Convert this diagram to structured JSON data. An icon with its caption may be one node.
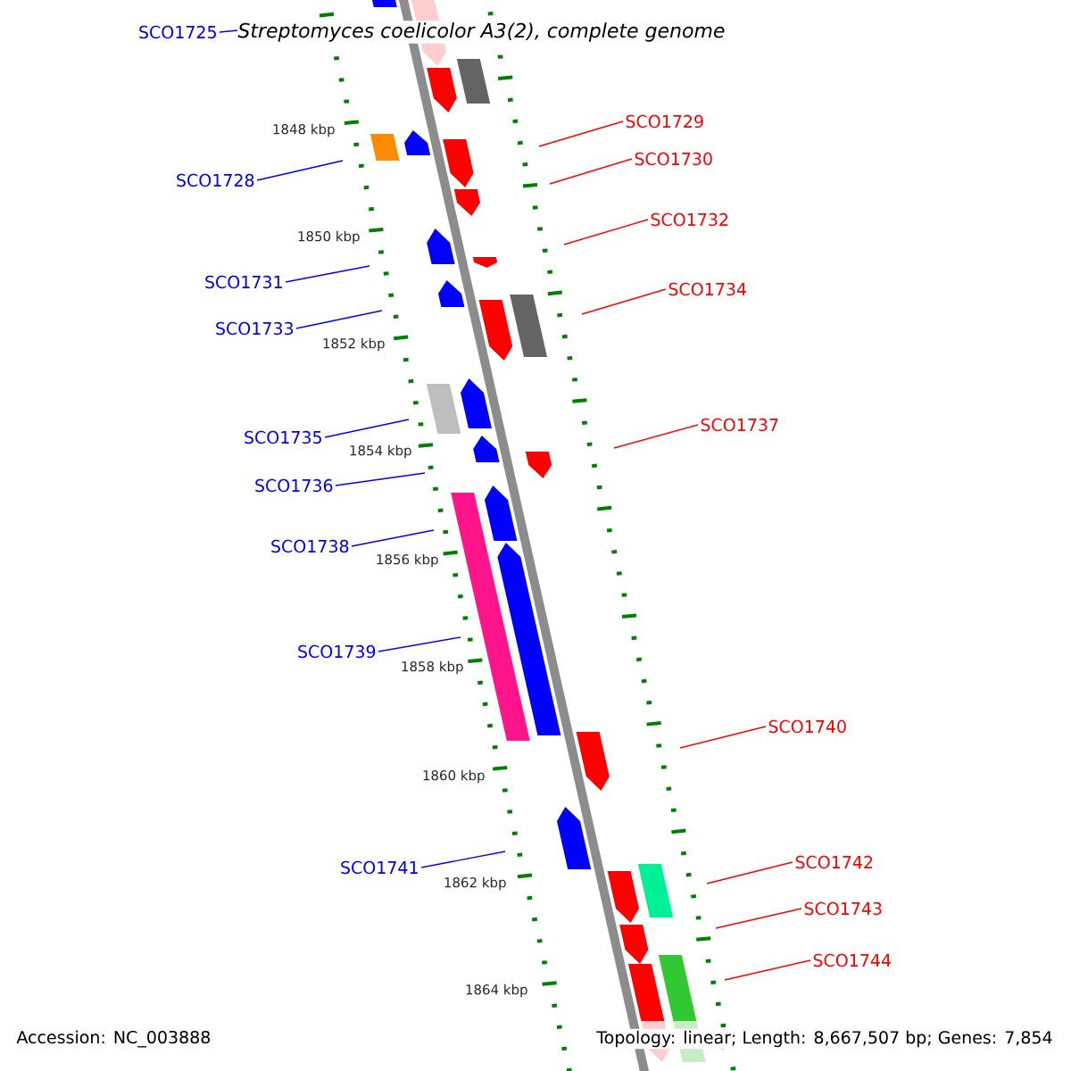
{
  "diagram": {
    "title": "Streptomyces coelicolor A3(2), complete genome",
    "nodes": [
      {
        "text": [
          "SCO1725"
        ]
      },
      {
        "text": [
          "SCO1729"
        ]
      },
      {
        "text": [
          "SCO1730"
        ]
      },
      {
        "text": [
          "SCO1728"
        ]
      },
      {
        "text": [
          "SCO1732"
        ]
      },
      {
        "text": [
          "SCO1731"
        ]
      },
      {
        "text": [
          "SCO1734"
        ]
      },
      {
        "text": [
          "SCO1733"
        ]
      },
      {
        "text": [
          "SCO1737"
        ]
      },
      {
        "text": [
          "SCO1735"
        ]
      },
      {
        "text": [
          "SCO1736"
        ]
      },
      {
        "text": [
          "SCO1738"
        ]
      },
      {
        "text": [
          "SCO1739"
        ]
      },
      {
        "text": [
          "SCO1740"
        ]
      },
      {
        "text": [
          "SCO1742"
        ]
      },
      {
        "text": [
          "SCO1741"
        ]
      },
      {
        "text": [
          "SCO1743"
        ]
      },
      {
        "text": [
          "SCO1744"
        ]
      }
    ],
    "edges": [
      {
        "from": 0,
        "to": null,
        "arrow": "none",
        "color": "#0000ff"
      },
      {
        "from": 1,
        "to": null,
        "arrow": "none",
        "color": "#ff0000"
      },
      {
        "from": 2,
        "to": null,
        "arrow": "none",
        "color": "#ff0000"
      },
      {
        "from": 3,
        "to": null,
        "arrow": "none",
        "color": "#0000ff"
      },
      {
        "from": 4,
        "to": null,
        "arrow": "none",
        "color": "#ff0000"
      },
      {
        "from": 5,
        "to": null,
        "arrow": "none",
        "color": "#0000ff"
      },
      {
        "from": 6,
        "to": null,
        "arrow": "none",
        "color": "#ff0000"
      },
      {
        "from": 7,
        "to": null,
        "arrow": "none",
        "color": "#0000ff"
      },
      {
        "from": 8,
        "to": null,
        "arrow": "none",
        "color": "#ff0000"
      },
      {
        "from": 9,
        "to": null,
        "arrow": "none",
        "color": "#0000ff"
      },
      {
        "from": 10,
        "to": null,
        "arrow": "none",
        "color": "#0000ff"
      },
      {
        "from": 11,
        "to": null,
        "arrow": "none",
        "color": "#0000ff"
      },
      {
        "from": 12,
        "to": null,
        "arrow": "none",
        "color": "#0000ff"
      },
      {
        "from": 13,
        "to": null,
        "arrow": "none",
        "color": "#ff0000"
      },
      {
        "from": 14,
        "to": null,
        "arrow": "none",
        "color": "#ff0000"
      },
      {
        "from": 15,
        "to": null,
        "arrow": "none",
        "color": "#0000ff"
      },
      {
        "from": 16,
        "to": null,
        "arrow": "none",
        "color": "#ff0000"
      },
      {
        "from": 17,
        "to": null,
        "arrow": "none",
        "color": "#ff0000"
      }
    ],
    "labels": [
      "1848 kbp",
      "1850 kbp",
      "1852 kbp",
      "1854 kbp",
      "1856 kbp",
      "1858 kbp",
      "1860 kbp",
      "1862 kbp",
      "1864 kbp",
      "Accession: NC_003888",
      "Topology: linear; Length: 8,667,507 bp; Genes: 7,854"
    ]
  }
}
